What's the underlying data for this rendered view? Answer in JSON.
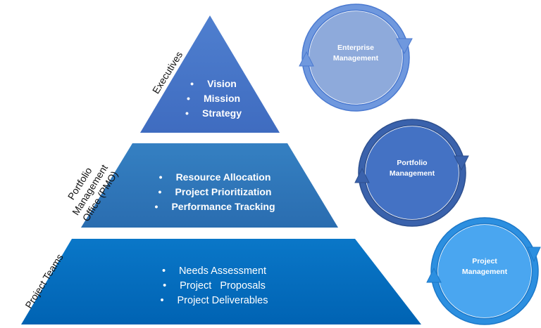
{
  "tiers": [
    {
      "side_label": "Executives",
      "items": [
        "Vision",
        "Mission",
        "Strategy"
      ]
    },
    {
      "side_label": "Portfolio\nManagement\nOffice (PMO)",
      "items": [
        "Resource Allocation",
        "Project Prioritization",
        "Performance Tracking"
      ]
    },
    {
      "side_label": "Project Teams",
      "items": [
        "Needs Assessment",
        "Project   Proposals",
        "Project Deliverables"
      ]
    }
  ],
  "cycles": [
    {
      "label": "Enterprise\nManagement",
      "color": "#8eaadb"
    },
    {
      "label": "Portfolio\nManagement",
      "color": "#4472c4"
    },
    {
      "label": "Project\nManagement",
      "color": "#4aa6f0"
    }
  ],
  "colors": {
    "tier_top": "#4472c4",
    "tier_middle": "#2e75b6",
    "tier_bottom": "#0070c0"
  }
}
